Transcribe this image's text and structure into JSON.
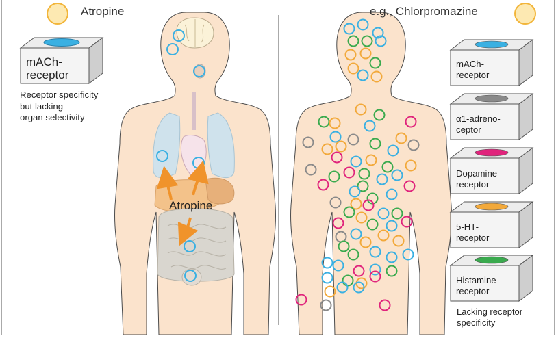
{
  "left_panel": {
    "drug_label": "Atropine",
    "receptor_label": "mACh-\nreceptor",
    "note": "Receptor specificity\nbut lacking\norgan selectivity",
    "organ_label": "Atropine"
  },
  "right_panel": {
    "drug_label": "e.g., Chlorpromazine",
    "note": "Lacking receptor\nspecificity",
    "receptors": [
      {
        "label": "mACh-\nreceptor",
        "color": "#3ab0e2"
      },
      {
        "label": "α1-adreno-\nceptor",
        "color": "#8a8a8a"
      },
      {
        "label": "Dopamine\nreceptor",
        "color": "#e0247c"
      },
      {
        "label": "5-HT-\nreceptor",
        "color": "#f2a93b"
      },
      {
        "label": "Histamine\nreceptor",
        "color": "#3aaa4e"
      }
    ]
  },
  "colors": {
    "drug_circle_fill": "#fde9b2",
    "drug_circle_stroke": "#f2b53a",
    "skin": "#fbe3cc",
    "skin_outline": "#4a4a4a",
    "lung": "#cfe2ec",
    "liver": "#f3c28a",
    "gut": "#d9d6cf",
    "arrow": "#f0932b",
    "mach": "#3ab0e2",
    "adreno": "#8a8a8a",
    "dopamine": "#e0247c",
    "serotonin": "#f2a93b",
    "histamine": "#3aaa4e"
  }
}
